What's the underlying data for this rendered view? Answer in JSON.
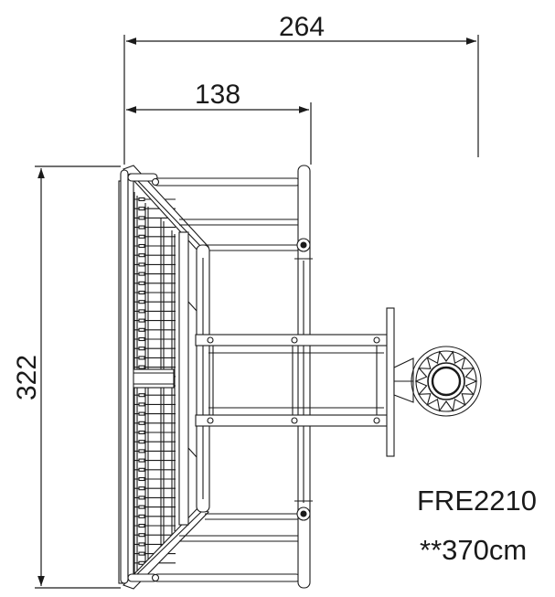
{
  "dimensions": {
    "overall_width": "264",
    "inner_width": "138",
    "height": "322"
  },
  "product": {
    "code": "FRE2210",
    "note": "**370cm"
  },
  "colors": {
    "line": "#1a1a1a",
    "background": "#ffffff"
  }
}
